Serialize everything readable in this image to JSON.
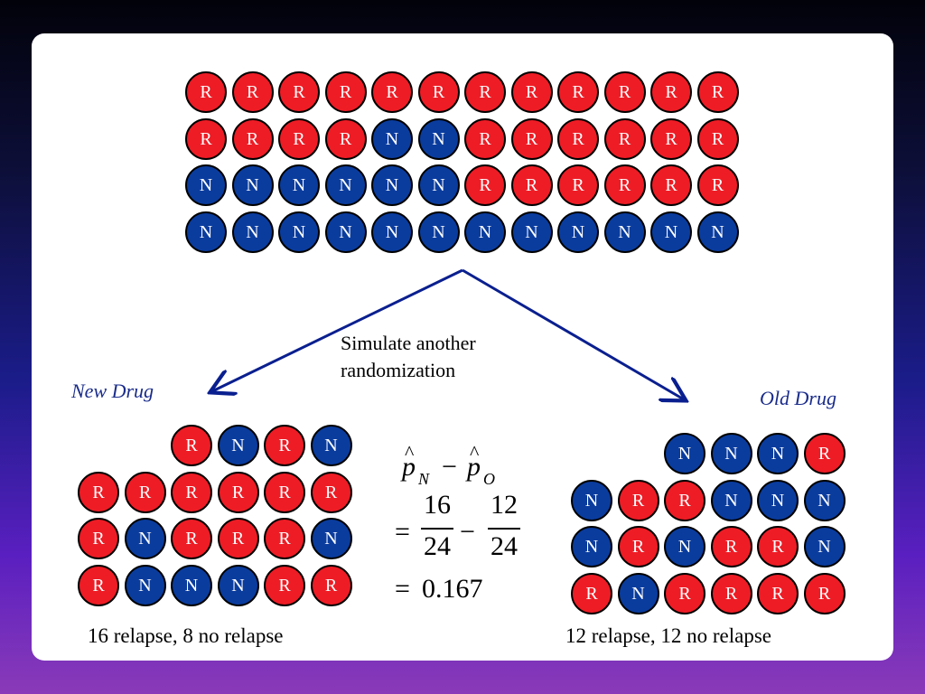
{
  "population": {
    "rows": [
      [
        "R",
        "R",
        "R",
        "R",
        "R",
        "R",
        "R",
        "R",
        "R",
        "R",
        "R",
        "R"
      ],
      [
        "R",
        "R",
        "R",
        "R",
        "N",
        "N",
        "R",
        "R",
        "R",
        "R",
        "R",
        "R"
      ],
      [
        "N",
        "N",
        "N",
        "N",
        "N",
        "N",
        "R",
        "R",
        "R",
        "R",
        "R",
        "R"
      ],
      [
        "N",
        "N",
        "N",
        "N",
        "N",
        "N",
        "N",
        "N",
        "N",
        "N",
        "N",
        "N"
      ]
    ]
  },
  "simulate_label": "Simulate another randomization",
  "new_drug": {
    "label": "New Drug",
    "rows": [
      [
        "R",
        "N",
        "R",
        "N"
      ],
      [
        "R",
        "R",
        "R",
        "R",
        "R",
        "R"
      ],
      [
        "R",
        "N",
        "R",
        "R",
        "R",
        "N"
      ],
      [
        "R",
        "N",
        "N",
        "N",
        "R",
        "R"
      ]
    ],
    "caption": "16 relapse, 8 no relapse"
  },
  "old_drug": {
    "label": "Old Drug",
    "rows": [
      [
        "N",
        "N",
        "N",
        "R"
      ],
      [
        "N",
        "R",
        "R",
        "N",
        "N",
        "N"
      ],
      [
        "N",
        "R",
        "N",
        "R",
        "R",
        "N"
      ],
      [
        "R",
        "N",
        "R",
        "R",
        "R",
        "R"
      ]
    ],
    "caption": "12 relapse, 12 no relapse"
  },
  "formula": {
    "p": "p",
    "hat": "^",
    "sub_new": "N",
    "sub_old": "O",
    "minus": "−",
    "equals": "=",
    "num1": "16",
    "den1": "24",
    "num2": "12",
    "den2": "24",
    "result": "0.167"
  },
  "colors": {
    "relapse": "#ee1c25",
    "no_relapse": "#0a3c9e",
    "arrow": "#0a1f8f",
    "drug_label": "#1a2c8a"
  }
}
